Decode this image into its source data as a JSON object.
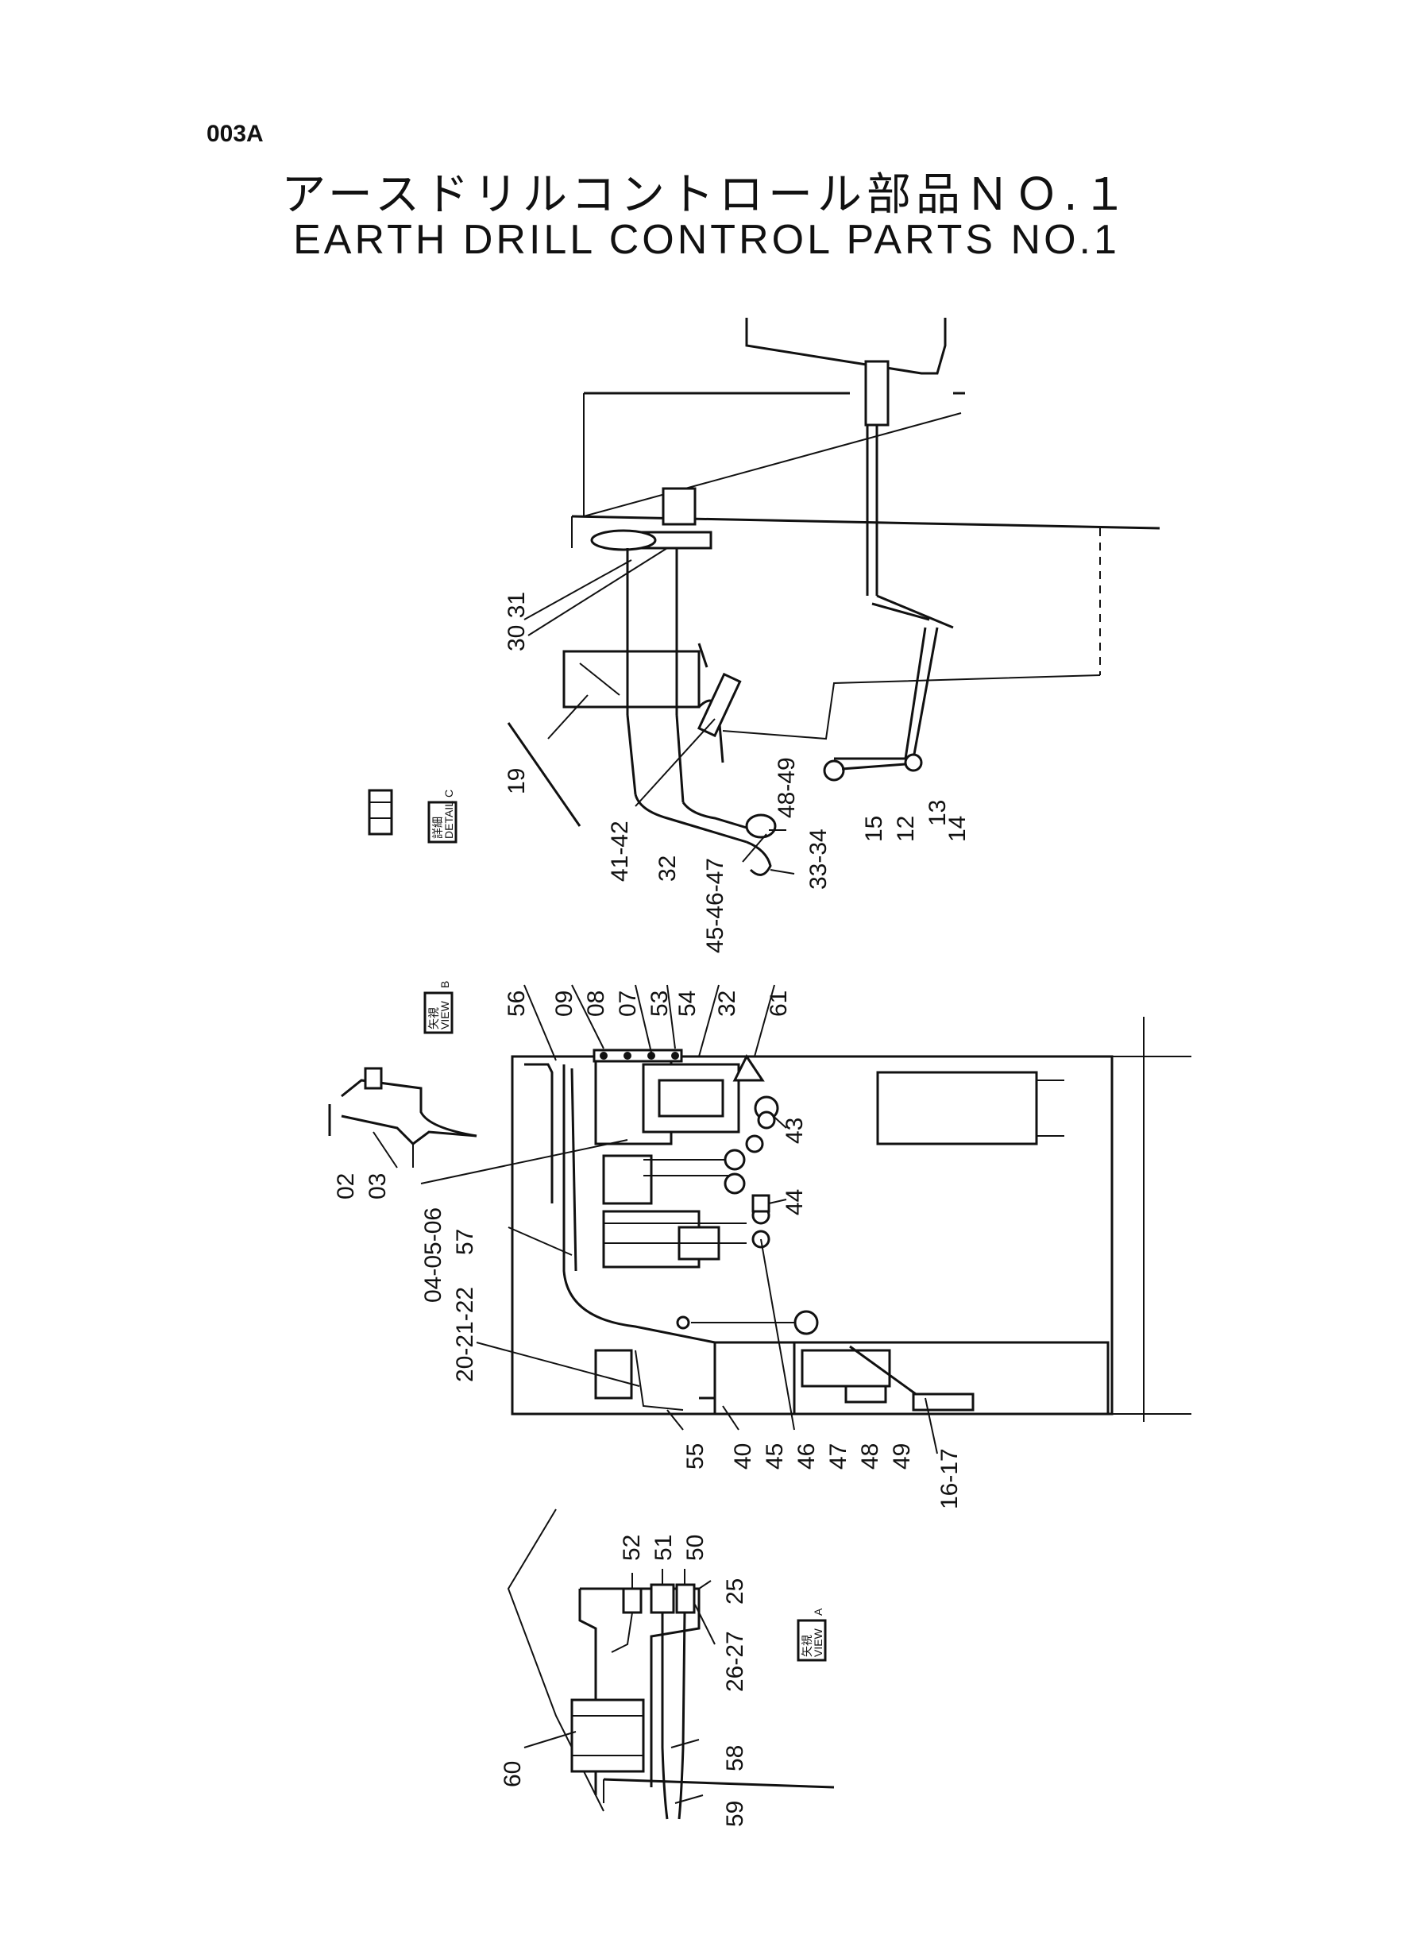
{
  "page_code": "003A",
  "title": {
    "japanese": "アースドリルコントロール部品ＮＯ.１",
    "english": "EARTH DRILL CONTROL PARTS NO.1"
  },
  "view_tags": [
    {
      "kanji": "詳細",
      "sub": "DETAIL",
      "letter": "C"
    },
    {
      "kanji": "矢視",
      "sub": "VIEW",
      "letter": "B"
    },
    {
      "kanji": "矢視",
      "sub": "VIEW",
      "letter": "A"
    }
  ],
  "callouts_top": [
    "30 31",
    "19",
    "41-42",
    "32",
    "45-46-47",
    "48-49",
    "33-34",
    "15",
    "12",
    "13",
    "14"
  ],
  "callouts_middle": [
    "02",
    "03",
    "04-05-06",
    "20-21-22",
    "57",
    "56",
    "09",
    "08",
    "07",
    "53",
    "54",
    "32",
    "61",
    "43",
    "44",
    "55",
    "40",
    "45",
    "46",
    "47",
    "48",
    "49",
    "16-17"
  ],
  "callouts_bottom": [
    "52",
    "51",
    "50",
    "25",
    "26-27",
    "60",
    "58",
    "59"
  ],
  "callout_separator": "-"
}
